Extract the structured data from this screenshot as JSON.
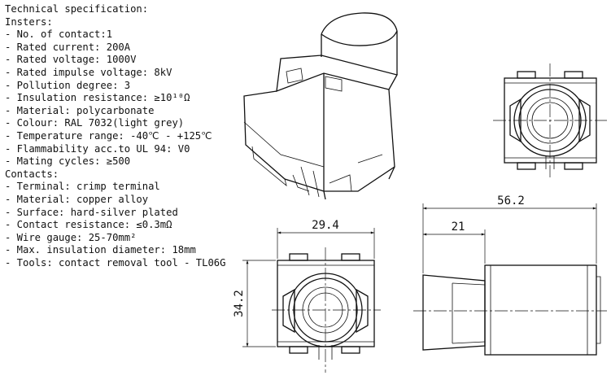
{
  "spec": {
    "title": "Technical specification:",
    "inserts_heading": "Insters:",
    "inserts": [
      "- No. of contact:1",
      "- Rated current: 200A",
      "- Rated voltage: 1000V",
      "- Rated impulse voltage: 8kV",
      "- Pollution degree: 3",
      "- Insulation resistance: ≥10¹⁰Ω",
      "- Material: polycarbonate",
      "- Colour: RAL 7032(light grey)",
      "- Temperature range: -40℃ - +125℃",
      "- Flammability acc.to UL 94: V0",
      "- Mating cycles: ≥500"
    ],
    "contacts_heading": "Contacts:",
    "contacts": [
      "- Terminal: crimp terminal",
      "- Material: copper alloy",
      "- Surface: hard-silver plated",
      "- Contact resistance: ≤0.3mΩ",
      "- Wire gauge: 25-70mm²",
      "- Max. insulation diameter: 18mm",
      "- Tools: contact removal tool - TL06G"
    ]
  },
  "dimensions": {
    "front_width": "29.4",
    "front_height": "34.2",
    "side_total_length": "56.2",
    "side_partial_length": "21"
  }
}
